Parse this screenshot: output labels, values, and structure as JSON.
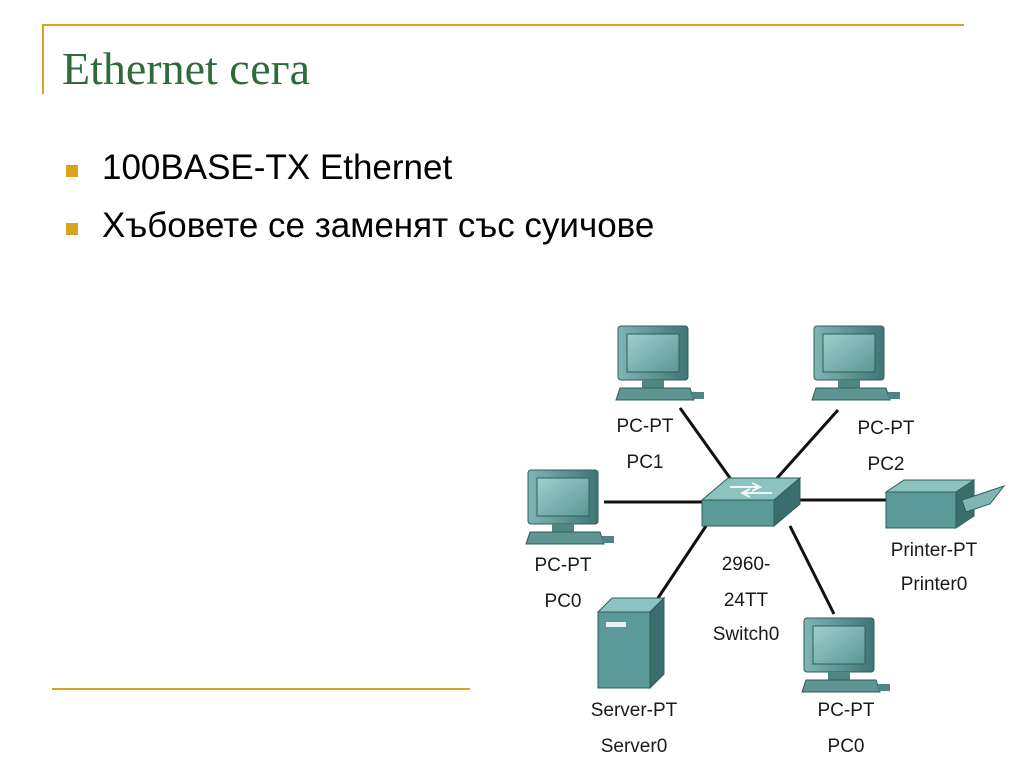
{
  "title": "Ethernet сега",
  "bullets": [
    "100BASE-TX Ethernet",
    "Хъбовете се заменят със суичове"
  ],
  "diagram": {
    "switch": {
      "type": "2960-",
      "model": "24TT",
      "name": "Switch0"
    },
    "pc1": {
      "type": "PC-PT",
      "name": "PC1"
    },
    "pc2": {
      "type": "PC-PT",
      "name": "PC2"
    },
    "pc0_left": {
      "type": "PC-PT",
      "name": "PC0"
    },
    "printer": {
      "type": "Printer-PT",
      "name": "Printer0"
    },
    "server": {
      "type": "Server-PT",
      "name": "Server0"
    },
    "pc0_bottom": {
      "type": "PC-PT",
      "name": "PC0"
    }
  },
  "colors": {
    "accent": "#d9a520",
    "title": "#2f6b3a",
    "device_teal": "#5b9a98",
    "device_dark": "#3a6e6c"
  }
}
